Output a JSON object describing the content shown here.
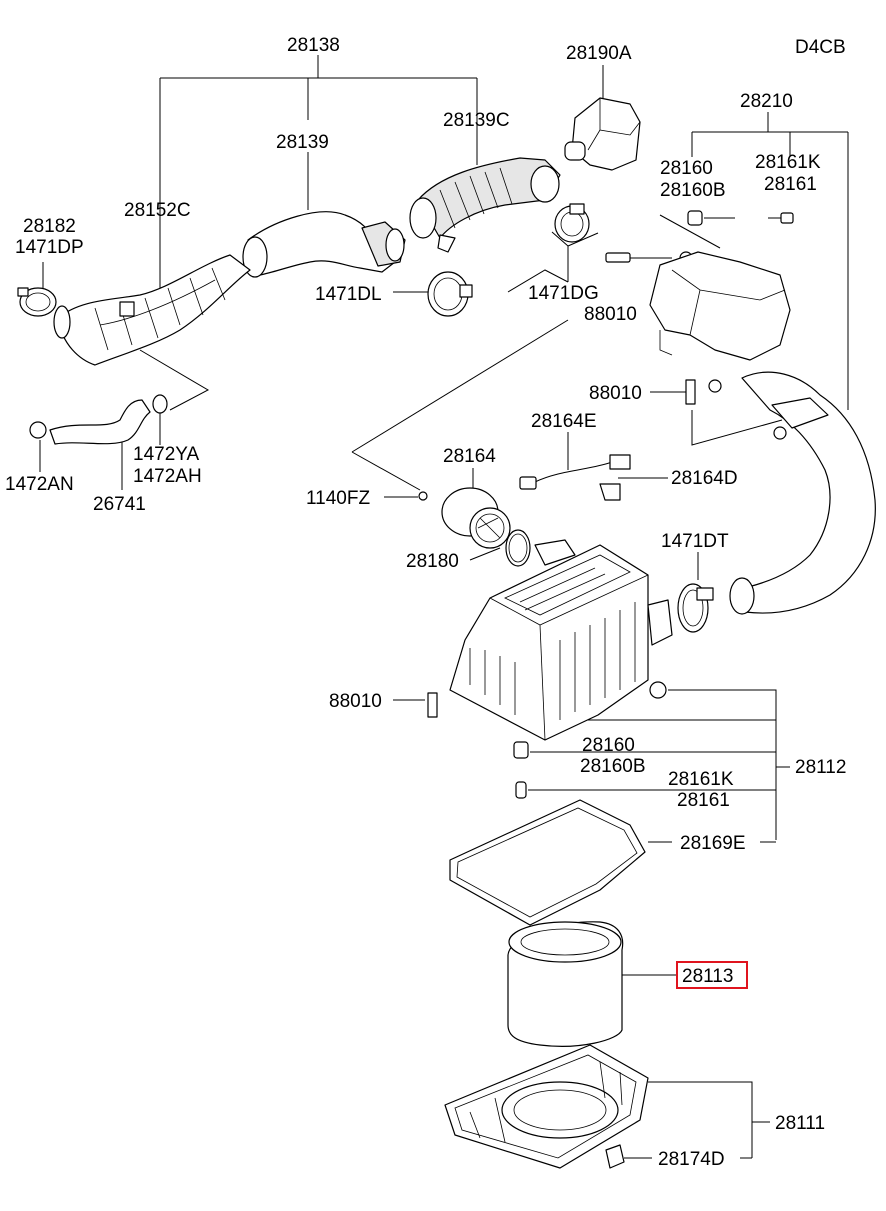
{
  "diagram_code": "D4CB",
  "labels": {
    "p28138": "28138",
    "p28190A": "28190A",
    "p28210": "28210",
    "p28139C": "28139C",
    "p28139": "28139",
    "p28160_top": "28160",
    "p28160B_top": "28160B",
    "p28161K_top": "28161K",
    "p28161_top": "28161",
    "p28152C": "28152C",
    "p28182": "28182",
    "p1471DP": "1471DP",
    "p1471DL": "1471DL",
    "p1471DG": "1471DG",
    "p88010_a": "88010",
    "p88010_b": "88010",
    "p28164E": "28164E",
    "p28164": "28164",
    "p28164D": "28164D",
    "p1472YA": "1472YA",
    "p1472AH": "1472AH",
    "p1472AN": "1472AN",
    "p26741": "26741",
    "p1140FZ": "1140FZ",
    "p28180": "28180",
    "p1471DT": "1471DT",
    "p88010_c": "88010",
    "p28160_bot": "28160",
    "p28160B_bot": "28160B",
    "p28112": "28112",
    "p28161K_bot": "28161K",
    "p28161_bot": "28161",
    "p28169E": "28169E",
    "p28113": "28113",
    "p28111": "28111",
    "p28174D": "28174D"
  },
  "highlight_color": "#e0141e"
}
